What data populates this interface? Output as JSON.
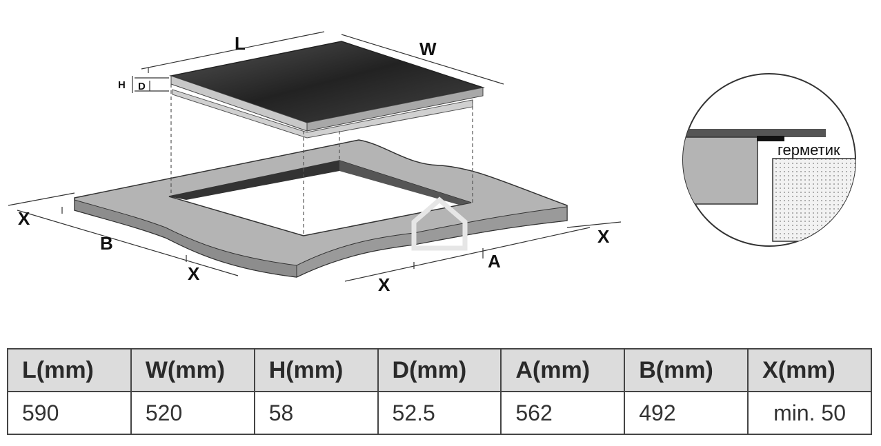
{
  "diagram": {
    "labels": {
      "L": "L",
      "W": "W",
      "H": "H",
      "D": "D",
      "A": "A",
      "B": "B",
      "X": "X"
    },
    "detail_note": "герметик"
  },
  "table": {
    "headers": [
      "L(mm)",
      "W(mm)",
      "H(mm)",
      "D(mm)",
      "A(mm)",
      "B(mm)",
      "X(mm)"
    ],
    "values": [
      "590",
      "520",
      "58",
      "52.5",
      "562",
      "492",
      "min. 50"
    ]
  },
  "colors": {
    "countertop": "#b4b4b4",
    "glass_dark": "#333333",
    "detail_glass": "#555555",
    "header_bg": "#dcdcdc"
  }
}
